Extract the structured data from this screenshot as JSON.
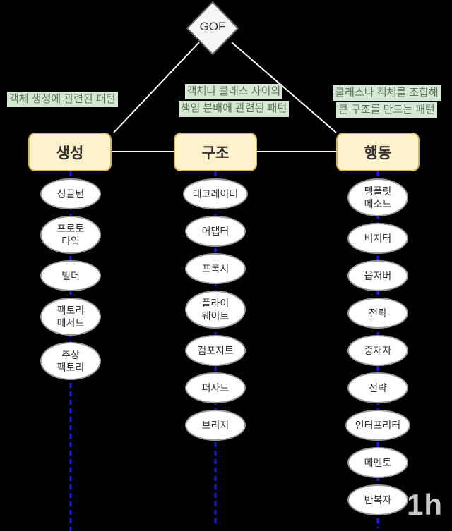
{
  "root": {
    "label": "GOF"
  },
  "annotations": {
    "creational": {
      "lines": [
        "객체 생성에 관련된 패턴"
      ]
    },
    "structural": {
      "lines": [
        "객체나 클래스 사이의",
        "책임 분배에 관련된 패턴"
      ]
    },
    "behavioral": {
      "lines": [
        "클래스나 객체를 조합해",
        "큰 구조를 만드는 패턴"
      ]
    }
  },
  "categories": [
    {
      "id": "creational",
      "label": "생성",
      "patterns": [
        [
          "싱글턴"
        ],
        [
          "프로토",
          "타입"
        ],
        [
          "빌더"
        ],
        [
          "팩토리",
          "메서드"
        ],
        [
          "추상",
          "팩토리"
        ]
      ]
    },
    {
      "id": "structural",
      "label": "구조",
      "patterns": [
        [
          "데코레이터"
        ],
        [
          "어댑터"
        ],
        [
          "프록시"
        ],
        [
          "플라이",
          "웨이트"
        ],
        [
          "컴포지트"
        ],
        [
          "퍼사드"
        ],
        [
          "브리지"
        ]
      ]
    },
    {
      "id": "behavioral",
      "label": "행동",
      "patterns": [
        [
          "템플릿",
          "메소드"
        ],
        [
          "비지터"
        ],
        [
          "옵저버"
        ],
        [
          "전략"
        ],
        [
          "중재자"
        ],
        [
          "전략"
        ],
        [
          "인터프리터"
        ],
        [
          "메멘토"
        ],
        [
          "반복자"
        ]
      ]
    }
  ],
  "watermark": "1h",
  "colors": {
    "background": "#000000",
    "category_fill": "#fff2cc",
    "category_border": "#d6b656",
    "annotation_bg": "#d5e8d4",
    "annotation_text": "#5e735e",
    "node_fill": "#ffffff",
    "node_border": "#9a9a9a",
    "diamond_fill": "#f5f5f5",
    "diamond_border": "#666666",
    "edge_solid": "#ffffff",
    "edge_dashed": "#1a1aff",
    "watermark_text": "#c9c9c9"
  }
}
